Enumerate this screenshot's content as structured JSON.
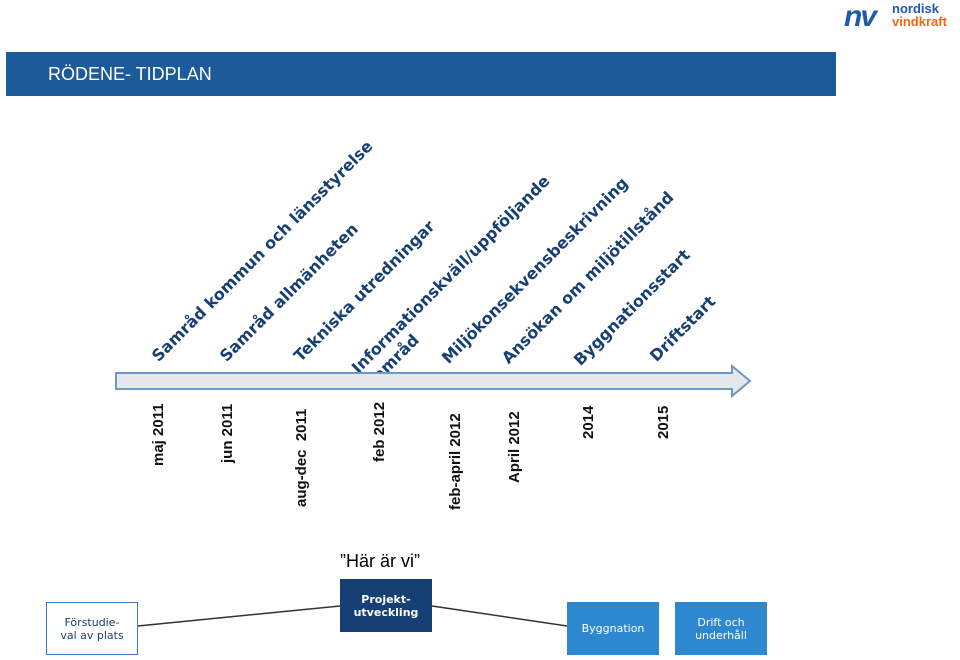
{
  "logo": {
    "mark": "nv",
    "line1": "nordisk",
    "line2": "vindkraft"
  },
  "title": "RÖDENE- TIDPLAN",
  "milestones": [
    {
      "label": "Samråd kommun och länsstyrelse",
      "date": "maj 2011"
    },
    {
      "label": "Samråd allmänheten",
      "date": "jun 2011"
    },
    {
      "label": "Tekniska utredningar",
      "date": "aug-dec  2011"
    },
    {
      "label": "Informationskväll/uppföljande\nsamråd",
      "date": "feb 2012"
    },
    {
      "label": "Miljökonsekvensbeskrivning",
      "date": "feb-april 2012"
    },
    {
      "label": "Ansökan om miljötillstånd",
      "date": "April 2012"
    },
    {
      "label": "Byggnationsstart",
      "date": "2014"
    },
    {
      "label": "Driftstart",
      "date": "2015"
    }
  ],
  "here_label": "”Här är vi”",
  "stages": [
    {
      "line1": "Förstudie-",
      "line2": "val av plats"
    },
    {
      "line1": "Projekt-",
      "line2": "utveckling"
    },
    {
      "line1": "Byggnation",
      "line2": ""
    },
    {
      "line1": "Drift och",
      "line2": "underhåll"
    }
  ],
  "colors": {
    "title_bar": "#1d5a9a",
    "milestone_text": "#163f73",
    "arrow": "#e4e8ec",
    "arrow_stroke": "#6f99bf",
    "stage_active": "#163f73",
    "stage_blue": "#2e88d0"
  }
}
